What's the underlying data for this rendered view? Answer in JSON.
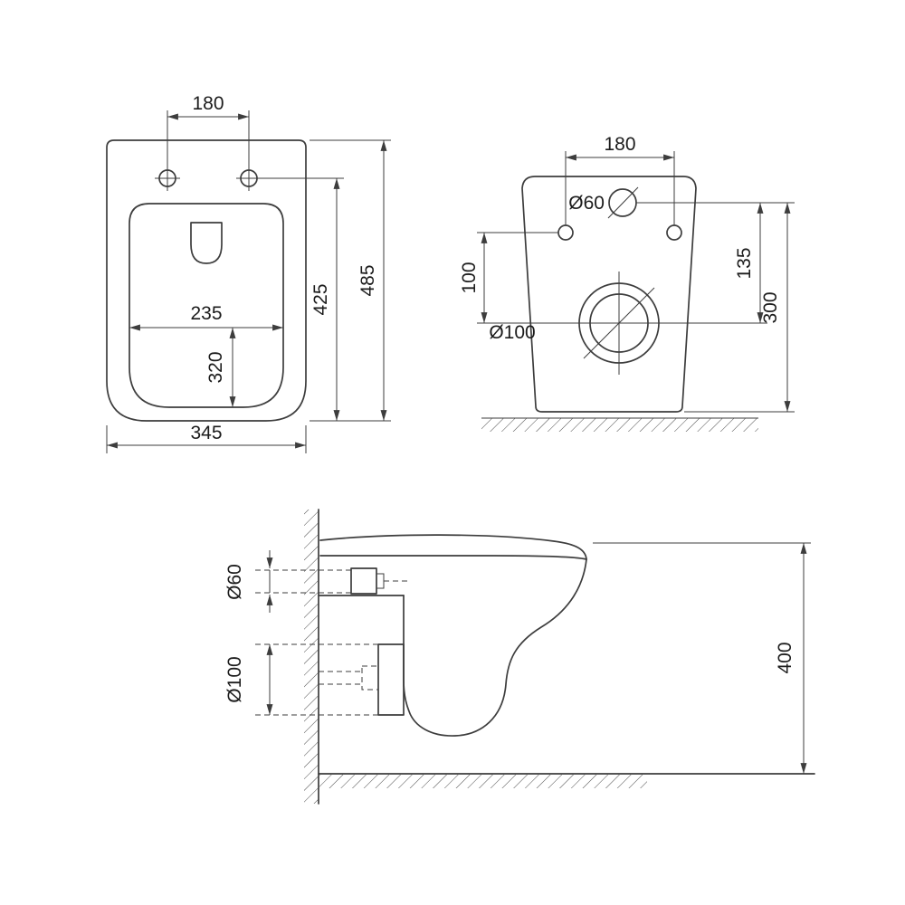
{
  "colors": {
    "lines": "#3d3d3d",
    "text": "#1c1c1c",
    "background": "#ffffff"
  },
  "views": {
    "top": {
      "hole_spacing": "180",
      "bowl_width": "235",
      "bowl_depth": "320",
      "overall_width": "345",
      "holes_to_front": "425",
      "overall_depth": "485"
    },
    "rear": {
      "hole_spacing": "180",
      "inlet_diameter": "Ø60",
      "holes_to_drain": "100",
      "inlet_to_drain": "135",
      "drain_diameter": "Ø100",
      "overall_height": "300"
    },
    "side": {
      "inlet_diameter": "Ø60",
      "drain_diameter": "Ø100",
      "rim_height": "400"
    }
  }
}
